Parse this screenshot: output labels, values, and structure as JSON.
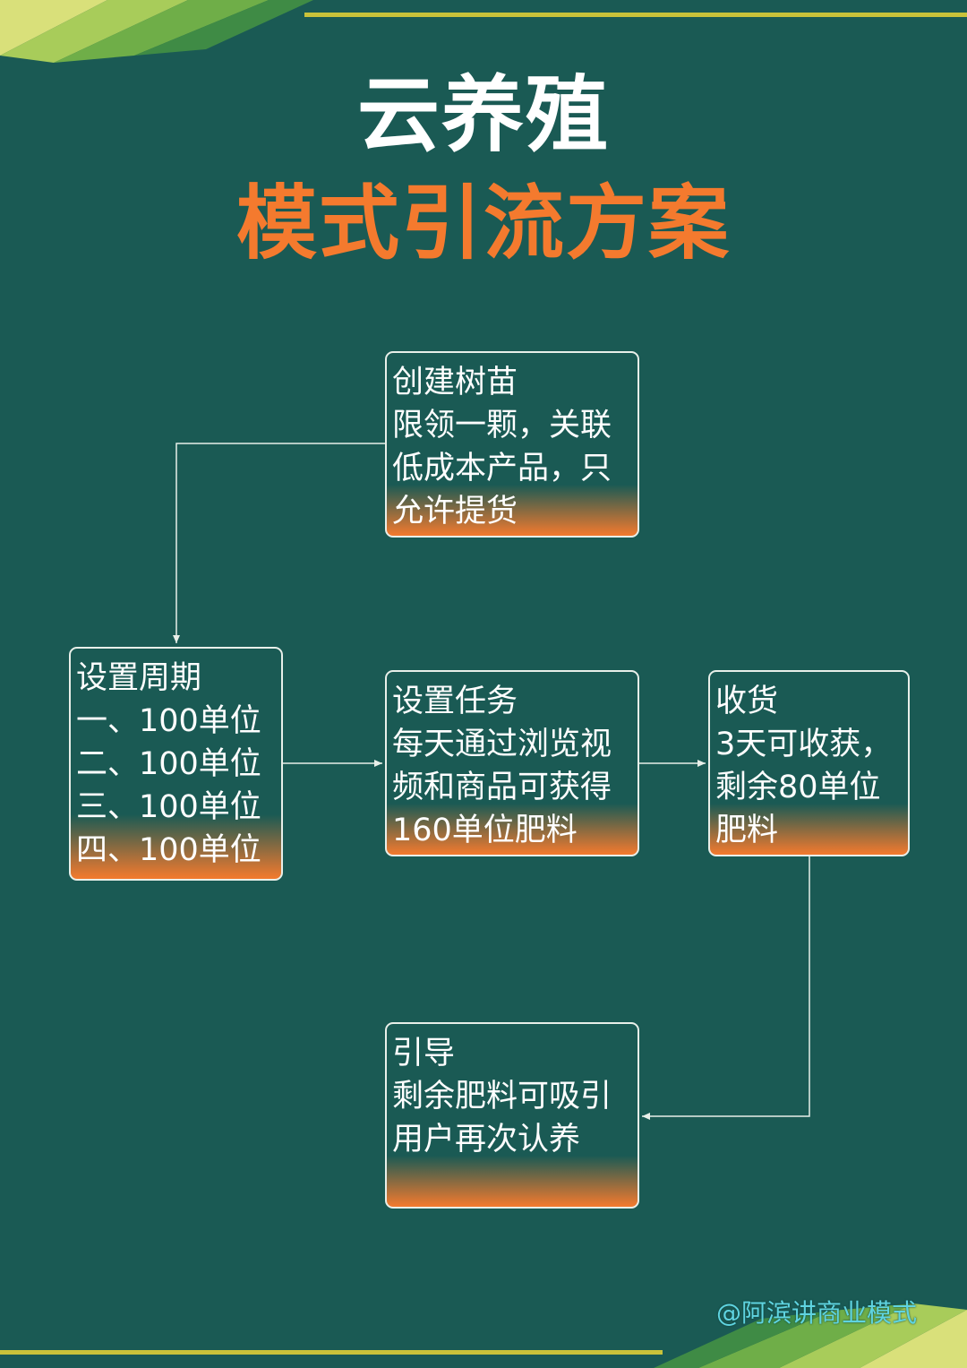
{
  "title": "云养殖",
  "subtitle": "模式引流方案",
  "nodes": {
    "create": {
      "lines": [
        "创建树苗",
        "限领一颗，关联",
        "低成本产品，只",
        "允许提货"
      ]
    },
    "cycle": {
      "lines": [
        "设置周期",
        "一、100单位",
        "二、100单位",
        "三、100单位",
        "四、100单位"
      ]
    },
    "task": {
      "lines": [
        "设置任务",
        "每天通过浏览视",
        "频和商品可获得",
        "160单位肥料"
      ]
    },
    "harvest": {
      "lines": [
        "收货",
        "3天可收获，",
        "剩余80单位",
        "肥料"
      ]
    },
    "guide": {
      "lines": [
        "引导",
        "剩余肥料可吸引",
        "用户再次认养"
      ]
    }
  },
  "watermark": "@阿滨讲商业模式",
  "colors": {
    "background": "#1a5a54",
    "accent": "#f47a2e",
    "stripe": "#c9c23a",
    "watermark": "#5fd4e0"
  }
}
